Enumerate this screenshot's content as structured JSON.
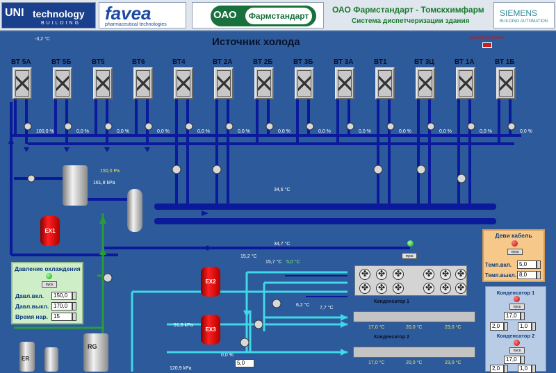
{
  "header": {
    "logo1_main": "UNI",
    "logo1_sub": "technology",
    "logo1_building": "BUILDING",
    "logo2_main": "favea",
    "logo2_sub": "pharmaceutical technologies",
    "logo3_ao": "ОАО",
    "logo3_name": "Фармстандарт",
    "title_line1": "ОАО  Фармстандарт - Томскхимфарм",
    "title_line2": "Система диспетчеризации здания",
    "siemens": "SIEMENS",
    "siemens_sub": "BUILDING AUTOMATION"
  },
  "main": {
    "title": "Источник холода",
    "outdoor_temp": "-3,2 °C",
    "close_label": "ВЫХОД СИСТЕМЫ"
  },
  "units": [
    {
      "label": "ВТ 5А",
      "pct": "100,0 %"
    },
    {
      "label": "ВТ 5Б",
      "pct": "0,0 %"
    },
    {
      "label": "ВТ5",
      "pct": "0,0 %"
    },
    {
      "label": "ВТ6",
      "pct": "0,0 %"
    },
    {
      "label": "ВТ4",
      "pct": "0,0 %"
    },
    {
      "label": "ВТ 2А",
      "pct": "0,0 %"
    },
    {
      "label": "ВТ 2Б",
      "pct": "0,0 %"
    },
    {
      "label": "ВТ 3Б",
      "pct": "0,0 %"
    },
    {
      "label": "ВТ 3А",
      "pct": "0,0 %"
    },
    {
      "label": "ВТ1",
      "pct": "0,0 %"
    },
    {
      "label": "ВТ 3Ц",
      "pct": "0,0 %"
    },
    {
      "label": "ВТ 1А",
      "pct": "0,0 %"
    },
    {
      "label": "ВТ 1Б",
      "pct": "0,0 %"
    }
  ],
  "process": {
    "pressure_pa": "150,0 Pa",
    "pressure_kpa": "161,8 kPa",
    "temp_collector": "34,6 °C",
    "temp_return": "34,7 °C",
    "tank_ex1": "ЕХ1",
    "tank_ex2": "ЕХ2",
    "tank_ex3": "ЕХ3",
    "tank_rg": "RG",
    "tank_er": "ER",
    "t1": "15,2 °C",
    "t2": "15,7 °C",
    "t3": "5,0 °C",
    "t4": "6,2 °C",
    "t5": "7,7 °C",
    "pressure_lower": "91,8 kPa",
    "pressure_bottom": "120,9 kPa",
    "valve_pct": "0,0 %",
    "valve_setpoint": "5,0",
    "start_label": "пуск"
  },
  "pressure_panel": {
    "title": "Давление охлаждения",
    "start": "пуск",
    "on_label": "Давл.вкл.",
    "on_value": "150,0",
    "off_label": "Давл.выкл.",
    "off_value": "170,0",
    "time_label": "Время нар.",
    "time_value": "15"
  },
  "cable_panel": {
    "title": "Деви кабель",
    "start": "пуск",
    "on_label": "Темп.вкл.",
    "on_value": "5,0",
    "off_label": "Темп.выкл.",
    "off_value": "8,0"
  },
  "condensers": {
    "c1_title": "Конденсатор 1",
    "c2_title": "Конденсатор 2",
    "c1_temps": [
      "17,0 °C",
      "20,0 °C",
      "23,0 °C"
    ],
    "c2_temps": [
      "17,0 °C",
      "20,0 °C",
      "23,0 °C"
    ],
    "panel1_title": "Конденсатор 1",
    "panel1_start": "пуск",
    "panel1_value": "17,0",
    "panel1_low": "2,0",
    "panel1_high": "1,0",
    "panel2_title": "Конденсатор 2",
    "panel2_start": "пуск",
    "panel2_value": "17,0",
    "panel2_low": "2,0",
    "panel2_high": "1,0"
  },
  "colors": {
    "pipe_dark": "#0a1a9a",
    "pipe_light": "#3fd8e8",
    "pipe_green": "#2a9a3a",
    "background": "#2d5a9a"
  }
}
